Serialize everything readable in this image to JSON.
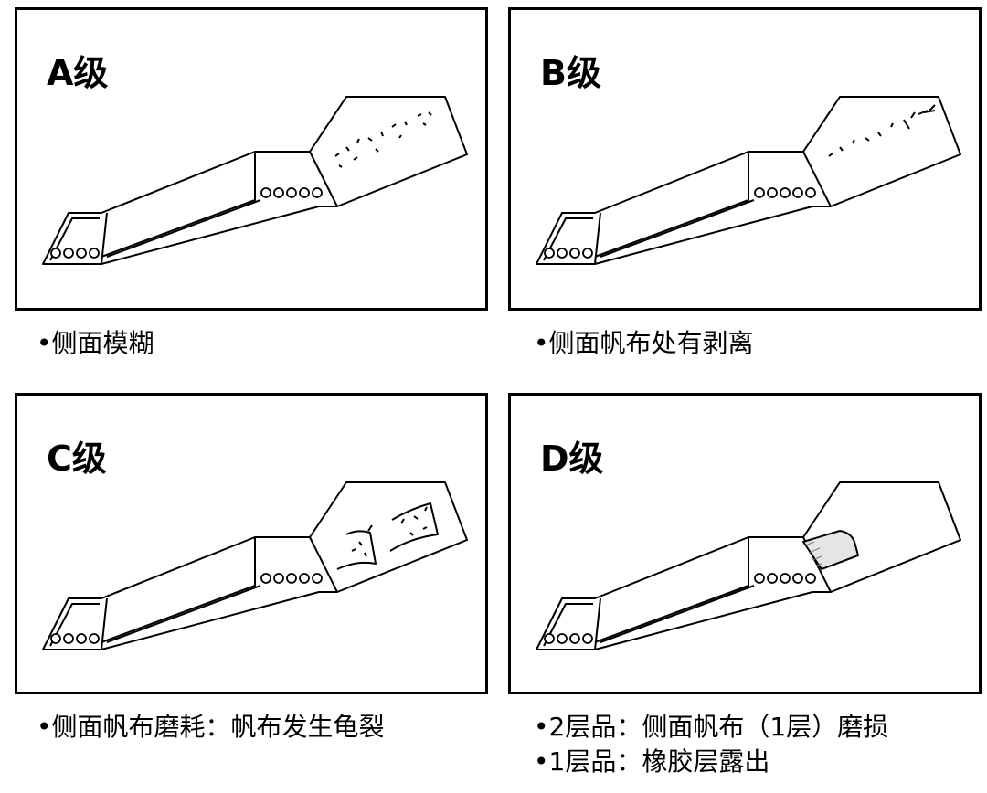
{
  "panels": [
    {
      "grade": "A级",
      "captions": [
        "•侧面模糊"
      ]
    },
    {
      "grade": "B级",
      "captions": [
        "•侧面帆布处有剥离"
      ]
    },
    {
      "grade": "C级",
      "captions": [
        "•侧面帆布磨耗：帆布发生龟裂"
      ]
    },
    {
      "grade": "D级",
      "captions": [
        "•2层品：侧面帆布（1层）磨损",
        "•1层品：橡胶层露出"
      ]
    }
  ]
}
